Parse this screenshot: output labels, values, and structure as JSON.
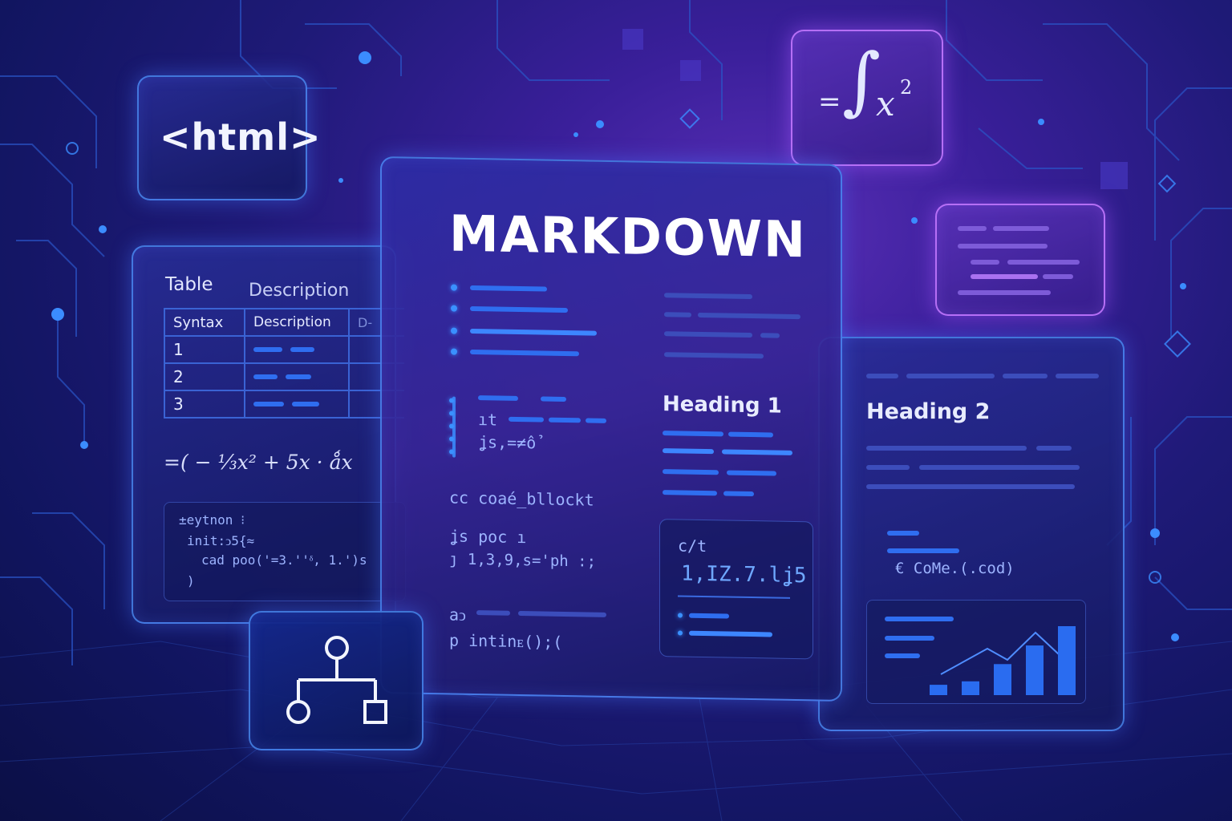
{
  "colors": {
    "bg_deep": "#0b0f45",
    "bg_glow": "#5a2fb8",
    "accent_blue": "#3d86ff",
    "accent_purple": "#c37aff"
  },
  "icons": {
    "diagram": "hierarchy-diagram-icon"
  },
  "html_tag": "<html>",
  "formula_card": {
    "eq": "=",
    "integral": "∫",
    "var": "x",
    "exp": "2"
  },
  "markdown_card": {
    "title": "MARKDOWN",
    "heading1": "Heading 1",
    "code_line1": "ıt",
    "code_line2": "ʝs,=≠ổ",
    "code_block_label": "cc coaé_blloсkt",
    "js_line": "ʝs poc ı",
    "js_args": "ȷ  1,3,9,s='ph :;",
    "ax_label": "aↄ",
    "p_line": "p  intinᴇ();(",
    "snippet_head": "c/t",
    "snippet_value": "1,IZ.7.lʝ5"
  },
  "table_card": {
    "label_table": "Table",
    "label_description": "Description",
    "header_col1": "Syntax",
    "header_col2": "Description",
    "header_col3": "D-",
    "rows": [
      "1",
      "2",
      "3"
    ],
    "formula": "=( − ⅓x² + 5x · ǻx",
    "code1": "±eytnon ⁝",
    "code2": "init:ↄ5{≈",
    "code3": "cad poo('=3.''ᵟ, 1.')s",
    "code4": ")"
  },
  "heading2_card": {
    "title": "Heading 2",
    "code": "€ CoMe.(.cod)"
  },
  "chart_bars": [
    0.15,
    0.2,
    0.45,
    0.72,
    1.0
  ]
}
